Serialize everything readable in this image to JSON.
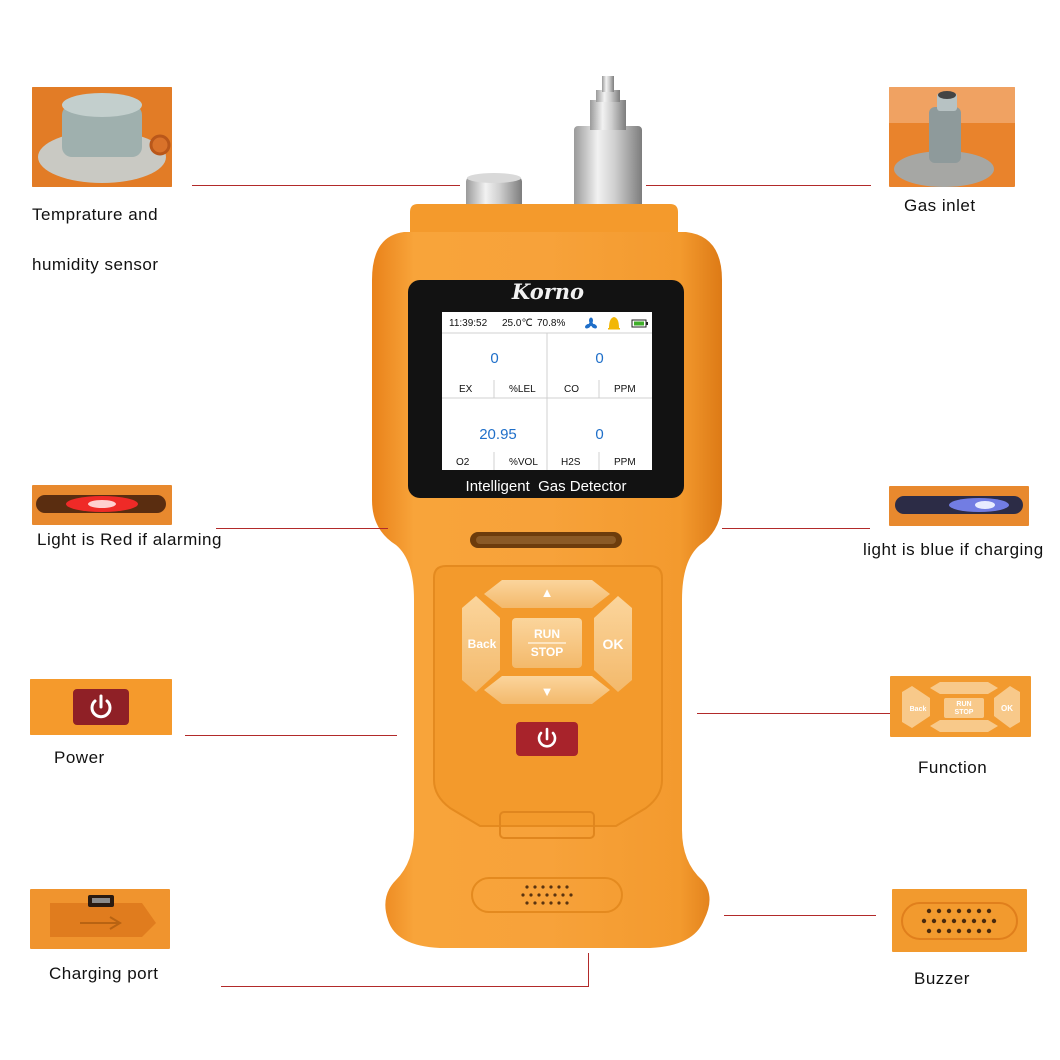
{
  "brand": "Korno",
  "product_label": "Intelligent  Gas Detector",
  "screen": {
    "status": {
      "time": "11:39:52",
      "temperature": "25.0℃",
      "humidity": "70.8%"
    },
    "cells": [
      {
        "value": "0",
        "gas": "EX",
        "unit": "%LEL"
      },
      {
        "value": "0",
        "gas": "CO",
        "unit": "PPM"
      },
      {
        "value": "20.95",
        "gas": "O2",
        "unit": "%VOL"
      },
      {
        "value": "0",
        "gas": "H2S",
        "unit": "PPM"
      }
    ],
    "icons": [
      "fan-icon",
      "bell-icon",
      "battery-icon"
    ]
  },
  "keypad": {
    "up": "▲",
    "down": "▼",
    "back": "Back",
    "ok": "OK",
    "run": "RUN",
    "stop": "STOP"
  },
  "callouts": {
    "temp_sensor_line1": "Temprature and",
    "temp_sensor_line2": "humidity sensor",
    "gas_inlet": "Gas inlet",
    "alarm_light": "Light is Red if alarming",
    "charge_light": "light is blue if charging",
    "power": "Power",
    "function": "Function",
    "charging_port": "Charging port",
    "buzzer": "Buzzer"
  },
  "colors": {
    "body_orange": "#f59a2c",
    "leader_line": "#b22a2a",
    "power_button": "#a8232b",
    "screen_value_blue": "#1f6fc9",
    "key_cream": "#f8c98a"
  }
}
